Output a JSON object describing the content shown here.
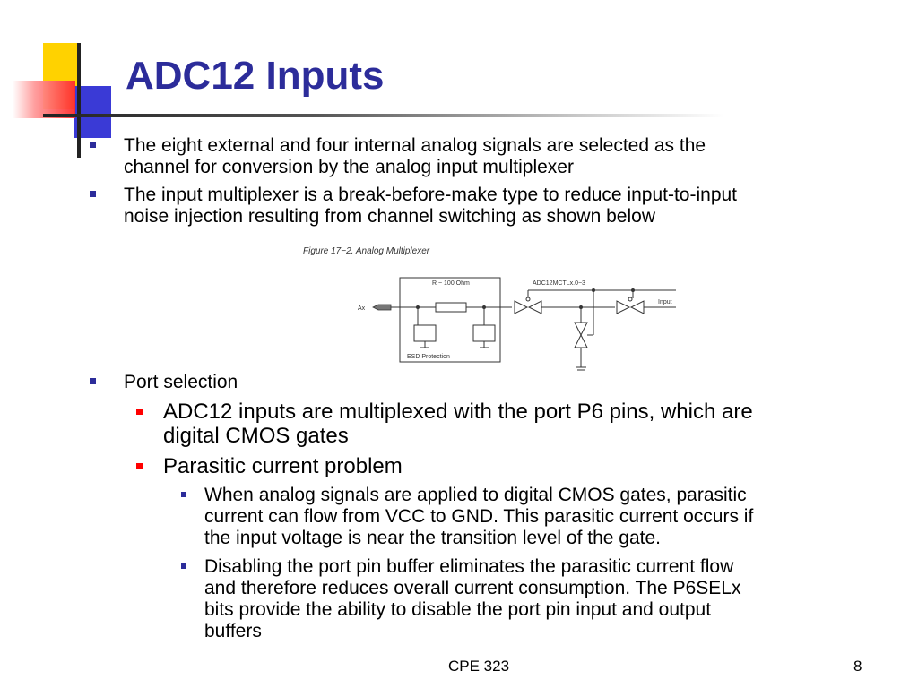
{
  "slide": {
    "title": "ADC12 Inputs",
    "bullets": [
      {
        "lines": [
          "The eight external and four internal analog signals are selected as the",
          "channel for conversion by the analog input multiplexer"
        ]
      },
      {
        "lines": [
          "The input multiplexer is a break-before-make type to reduce input-to-input",
          "noise injection resulting from channel switching as shown below"
        ]
      },
      {
        "lines": [
          "Port selection"
        ]
      }
    ],
    "sub_bullets": [
      {
        "lines": [
          "ADC12 inputs are multiplexed with the port P6 pins, which are",
          "digital CMOS gates"
        ]
      },
      {
        "lines": [
          "Parasitic current problem"
        ]
      }
    ],
    "sub_sub_bullets": [
      {
        "lines": [
          "When analog signals are applied to digital CMOS gates, parasitic",
          "current can flow from VCC to GND. This parasitic current occurs if",
          "the input voltage is near the transition level of the gate."
        ]
      },
      {
        "lines": [
          "Disabling the port pin buffer eliminates the parasitic current flow",
          "and therefore reduces overall current consumption. The P6SELx",
          "bits provide the ability to disable the port pin input and output",
          "buffers"
        ]
      }
    ]
  },
  "figure": {
    "caption": "Figure 17−2.  Analog Multiplexer",
    "resistor_label": "R ~ 100 Ohm",
    "control_label": "ADC12MCTLx.0−3",
    "input_pin_label": "Ax",
    "output_label": "Input",
    "protection_label": "ESD Protection"
  },
  "footer": {
    "course": "CPE 323",
    "page_number": "8"
  },
  "colors": {
    "title": "#2c2c9a",
    "bullet_level1": "#2c2c9a",
    "bullet_level2": "#ff0000",
    "deco_yellow": "#ffd200",
    "deco_blue": "#3a3ad6",
    "deco_red": "#ff2a2a"
  }
}
